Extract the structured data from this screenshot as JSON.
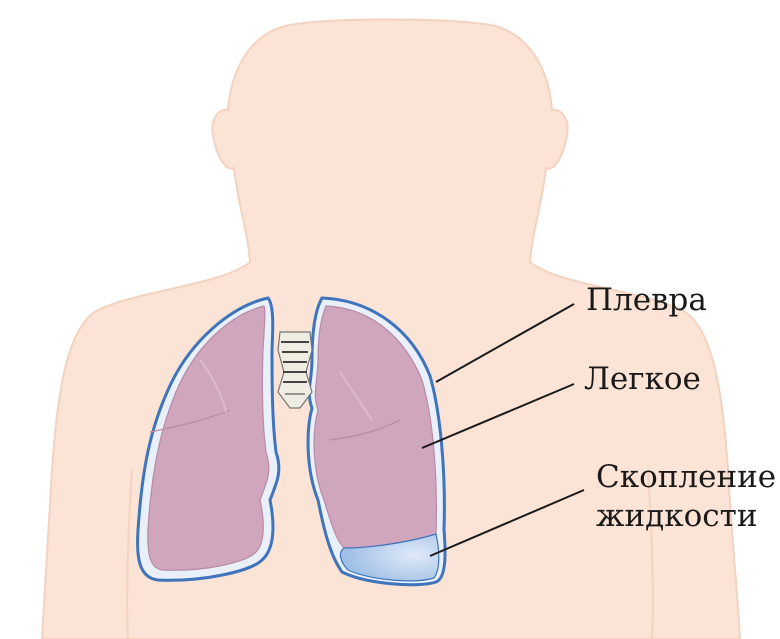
{
  "labels": {
    "pleura": "Плевра",
    "lung": "Легкое",
    "fluid_line1": "Скопление",
    "fluid_line2": "жидкости"
  },
  "colors": {
    "body": "#fbe3d5",
    "body_outline": "#f3d2c0",
    "lung_fill": "#cfa6bd",
    "lung_vessel": "#b98aa5",
    "pleura": "#3f74bd",
    "pleura_gap": "#e9f0fa",
    "fluid": "#a9c6e8",
    "leader": "#1a1a1a"
  }
}
